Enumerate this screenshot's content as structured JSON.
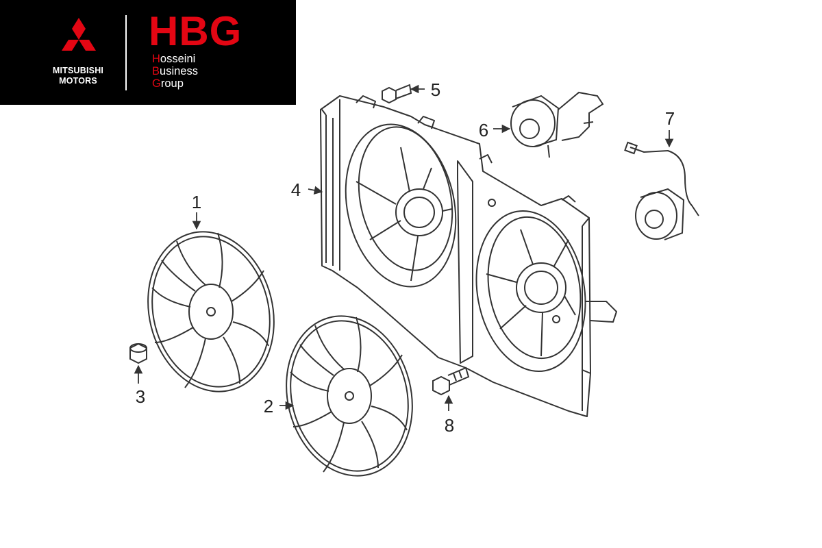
{
  "branding": {
    "maker_lines": [
      "MITSUBISHI",
      "MOTORS"
    ],
    "group_abbr": "HBG",
    "group_lines": [
      {
        "initial": "H",
        "rest": "osseini"
      },
      {
        "initial": "B",
        "rest": "usiness"
      },
      {
        "initial": "G",
        "rest": "roup"
      }
    ],
    "colors": {
      "banner_bg": "#000000",
      "brand_red": "#e30613",
      "text": "#ffffff"
    }
  },
  "diagram": {
    "callouts": [
      "1",
      "2",
      "3",
      "4",
      "5",
      "6",
      "7",
      "8"
    ],
    "line_color": "#333333"
  }
}
